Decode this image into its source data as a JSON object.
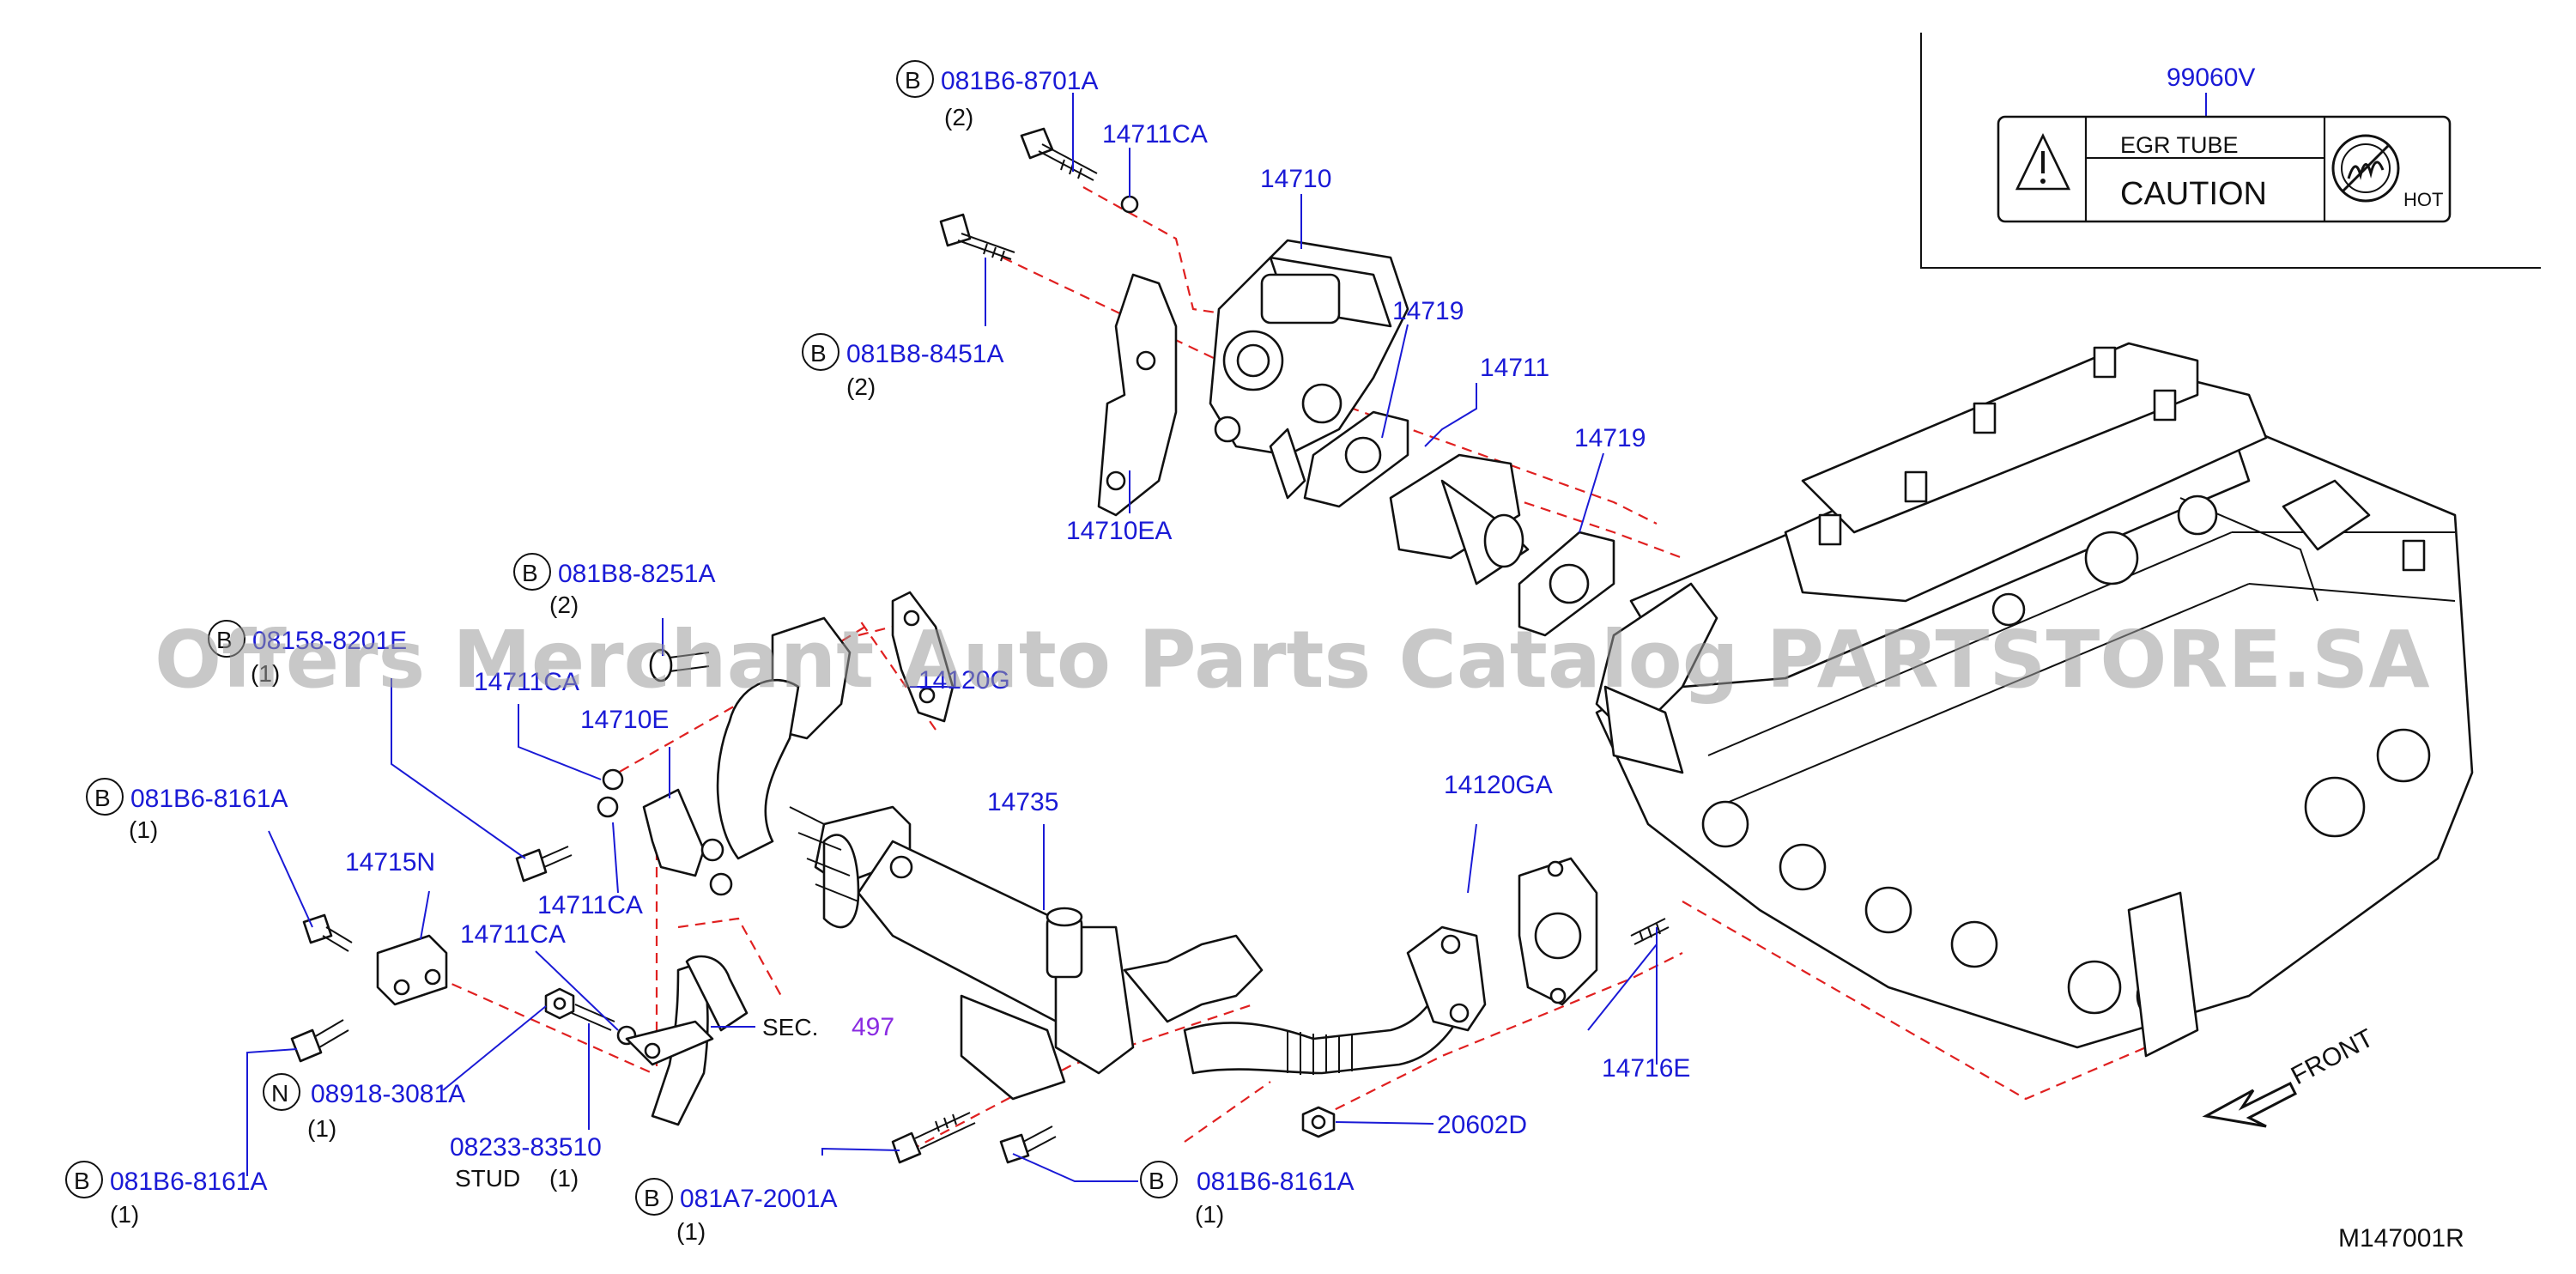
{
  "watermark": "Offers Merchant Auto Parts Catalog PARTSTORE.SA",
  "diagram_code": "M147001R",
  "front_label": "FRONT",
  "sec_prefix": "SEC.",
  "sec_number": "497",
  "label_box": {
    "part": "99060V",
    "line1": "EGR  TUBE",
    "line2": "CAUTION",
    "hot": "HOT"
  },
  "part_numbers": {
    "p_081B6_8701A": "081B6-8701A",
    "p_081B8_8451A": "081B8-8451A",
    "p_081B8_8251A": "081B8-8251A",
    "p_08158_8201E": "08158-8201E",
    "p_081B6_8161A_a": "081B6-8161A",
    "p_081B6_8161A_b": "081B6-8161A",
    "p_081B6_8161A_c": "081B6-8161A",
    "p_08918_3081A": "08918-3081A",
    "p_08233_83510": "08233-83510",
    "p_081A7_2001A": "081A7-2001A",
    "p_14711CA_a": "14711CA",
    "p_14711CA_b": "14711CA",
    "p_14711CA_c": "14711CA",
    "p_14711CA_d": "14711CA",
    "p_14710": "14710",
    "p_14719_a": "14719",
    "p_14719_b": "14719",
    "p_14711": "14711",
    "p_14710EA": "14710EA",
    "p_14710E": "14710E",
    "p_14120G": "14120G",
    "p_14735": "14735",
    "p_14715N": "14715N",
    "p_14120GA": "14120GA",
    "p_14716E": "14716E",
    "p_20602D": "20602D"
  },
  "prefixes": {
    "b": "B",
    "n": "N"
  },
  "quantities": {
    "q1": "(1)",
    "q2": "(2)"
  },
  "stud_label": "STUD",
  "stud_qty": "(1)"
}
